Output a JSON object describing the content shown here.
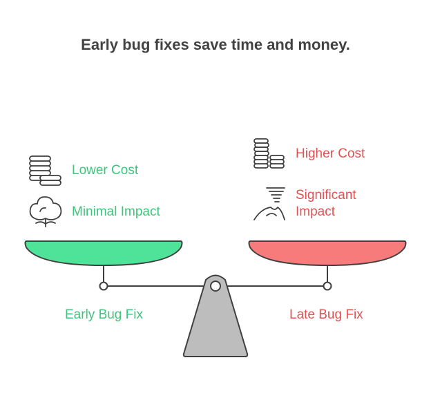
{
  "title": "Early bug fixes save time and money.",
  "left": {
    "name": "Early Bug Fix",
    "items": [
      {
        "text": "Lower Cost",
        "icon": "coins-icon"
      },
      {
        "text": "Minimal Impact",
        "icon": "small-cloud-icon"
      }
    ],
    "color": "#3ec47b",
    "pan_fill": "#4fe39a"
  },
  "right": {
    "name": "Late Bug Fix",
    "items": [
      {
        "text": "Higher Cost",
        "icon": "coin-stacks-icon"
      },
      {
        "text": "Significant Impact",
        "line1": "Significant",
        "line2": "Impact",
        "icon": "tornado-icon"
      }
    ],
    "color": "#e0514f",
    "pan_fill": "#f77b7b"
  },
  "colors": {
    "text": "#424242",
    "stroke": "#3f3f3f",
    "fulcrum": "#bdbdbd"
  }
}
